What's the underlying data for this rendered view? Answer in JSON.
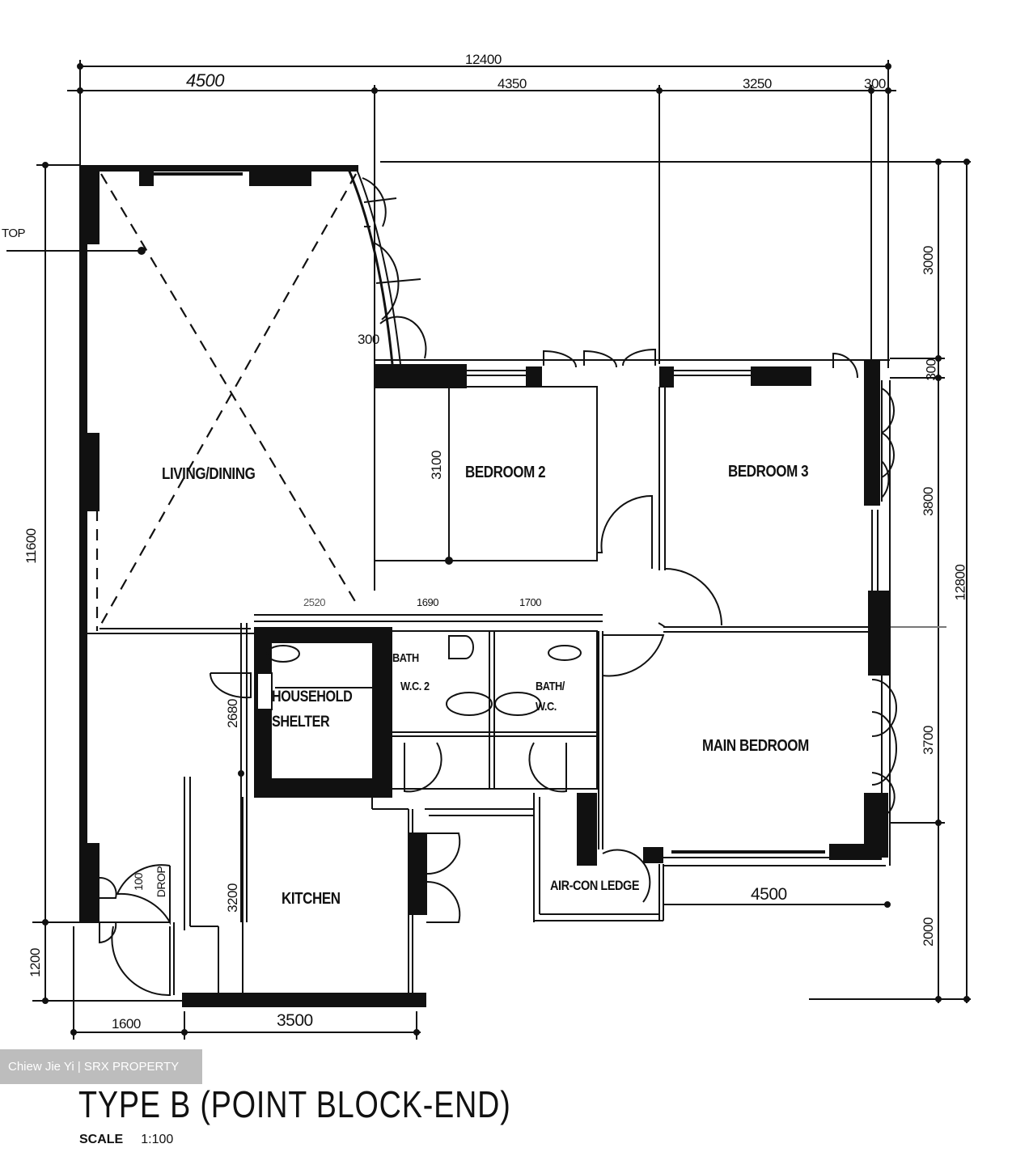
{
  "plan": {
    "title": "TYPE B (POINT BLOCK-END)",
    "scale_label": "SCALE",
    "scale_value": "1:100",
    "watermark": "Chiew Jie Yi | SRX PROPERTY",
    "rooms": {
      "living_dining": "LIVING/DINING",
      "bedroom_2": "BEDROOM 2",
      "bedroom_3": "BEDROOM 3",
      "main_bedroom": "MAIN BEDROOM",
      "household_shelter_1": "HOUSEHOLD",
      "household_shelter_2": "SHELTER",
      "bath_wc_2_1": "BATH",
      "bath_wc_2_2": "W.C. 2",
      "bath_wc_1": "BATH/",
      "bath_wc_2": "W.C.",
      "kitchen": "KITCHEN",
      "aircon_ledge": "AIR-CON LEDGE"
    },
    "dimensions": {
      "top_overall": "12400",
      "top_living": "4500",
      "top_middle": "4350",
      "top_right": "3250",
      "top_end": "300",
      "left_overall": "11600",
      "right_overall": "12800",
      "right_top": "3000",
      "right_gap": "300",
      "right_bed3": "3800",
      "right_main": "3700",
      "right_bottom": "2000",
      "bedroom2_depth": "3100",
      "balcony_offset": "300",
      "shelter_w": "2520",
      "wc2_w": "1690",
      "wc1_w": "1700",
      "shelter_h": "2680",
      "kitchen_h": "3200",
      "main_bed_w": "4500",
      "bottom_left_h": "1200",
      "bottom_left_w": "1600",
      "kitchen_w": "3500",
      "refuse_drop_1": "100",
      "refuse_drop_2": "DROP",
      "top_marker": "TOP"
    },
    "colors": {
      "ink": "#111111",
      "paper": "#ffffff",
      "watermark_bg": "#bdbdbd",
      "watermark_text": "#ffffff"
    }
  }
}
